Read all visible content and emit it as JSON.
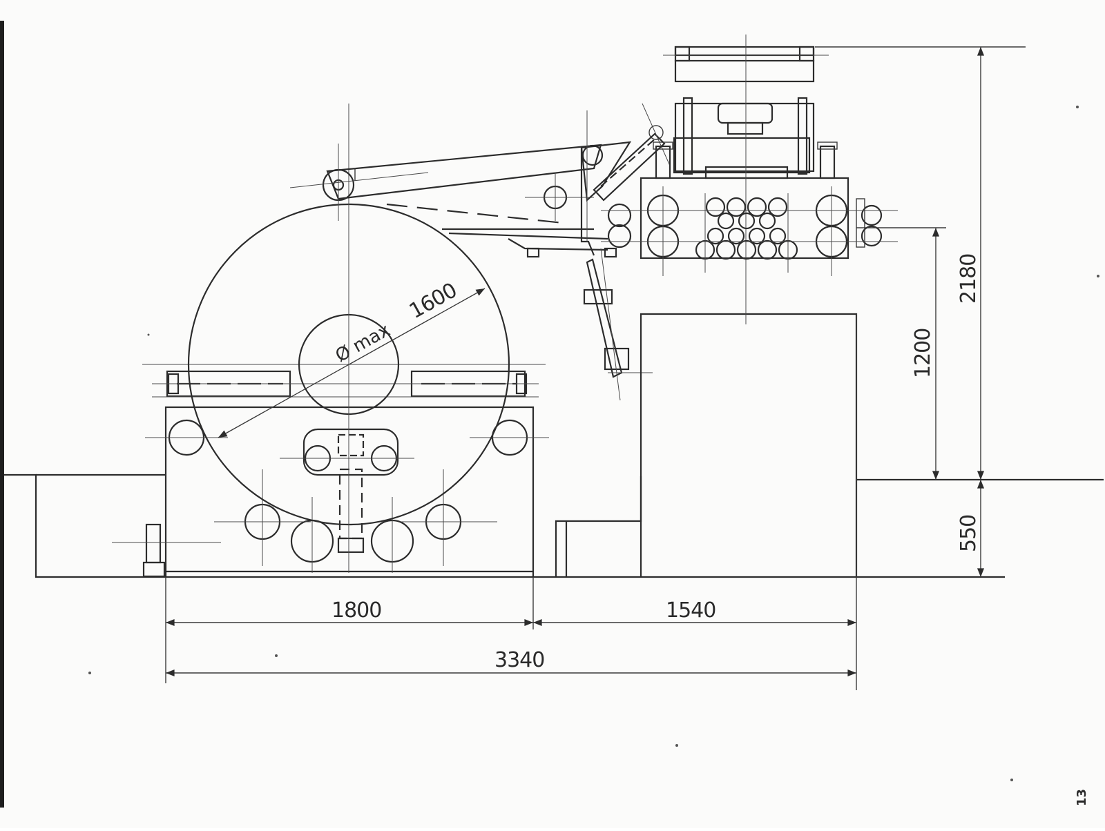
{
  "drawing": {
    "dimensions": {
      "coil_diameter_label": "Ø max",
      "coil_diameter_value": "1600",
      "width_left": "1800",
      "width_right": "1540",
      "width_total": "3340",
      "height_feed_line": "1200",
      "height_total": "2180",
      "height_pit": "550"
    },
    "page_number": "13"
  }
}
